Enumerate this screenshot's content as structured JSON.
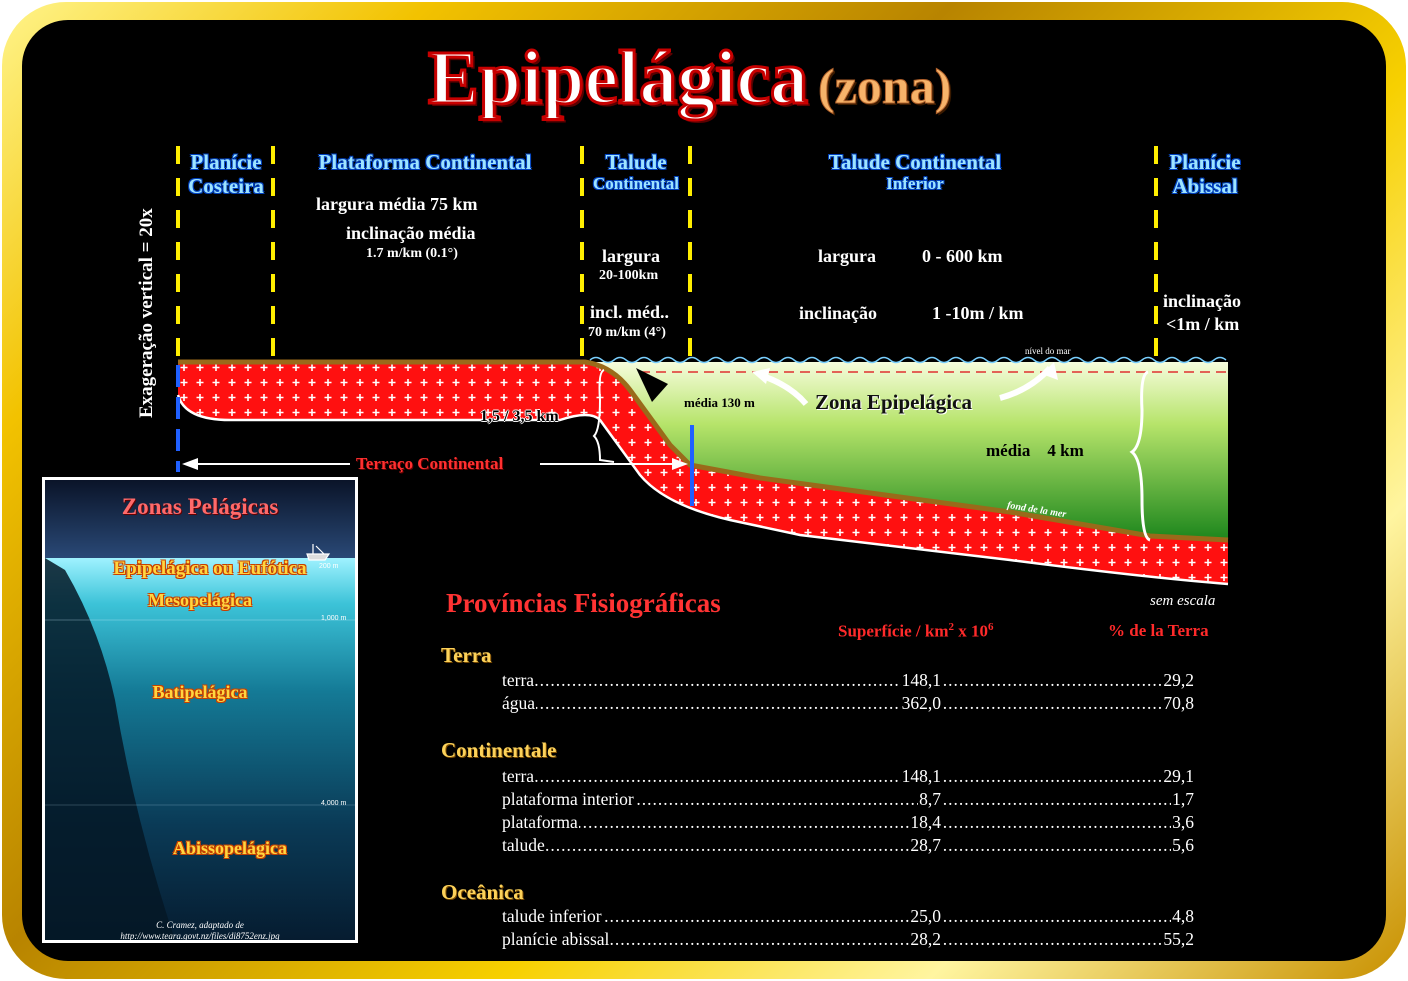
{
  "title": {
    "main": "Epipelágica",
    "sub": "(zona)"
  },
  "colors": {
    "crust": "#ff1010",
    "water_top": "#f3fbd0",
    "water_bottom": "#1f8a1f",
    "divider": "#ffee00",
    "label_blue": "#9ee4ff"
  },
  "provinces": {
    "planicie_costeira": {
      "line1": "Planície",
      "line2": "Costeira"
    },
    "plataforma": {
      "name": "Plataforma Continental",
      "width": "largura média 75 km",
      "incl_label": "inclinação média",
      "incl_value": "1.7 m/km (0.1°)"
    },
    "talude": {
      "line1": "Talude",
      "line2": "Continental",
      "width_label": "largura",
      "width_value": "20-100km",
      "incl_label": "incl. méd..",
      "incl_value": "70 m/km (4°)"
    },
    "talude_inferior": {
      "line1": "Talude Continental",
      "line2": "Inferior",
      "width_label": "largura",
      "width_value": "0 - 600 km",
      "incl_label": "inclinação",
      "incl_value": "1 -10m / km"
    },
    "planicie_abissal": {
      "line1": "Planície",
      "line2": "Abissal",
      "incl_label": "inclinação",
      "incl_value": "<1m / km"
    }
  },
  "diagram": {
    "vertical_exaggeration": "Exageração vertical = 20x",
    "sea_level": "nível do mar",
    "shelf_depth": "média 130 m",
    "epipelagic_zone": "Zona Epipelágica",
    "crust_thickness": "1,5 / 3,5 km",
    "continental_terrace": "Terraço Continental",
    "mean_depth": "média    4 km",
    "sea_floor": "fond de la mer",
    "no_scale": "sem escala"
  },
  "inset": {
    "title": "Zonas Pelágicas",
    "zones": [
      "Epipelágica ou Eufótica",
      "Mesopelágica",
      "Batipelágica",
      "Abissopelágica"
    ],
    "depths": [
      "200 m",
      "1,000 m",
      "4,000 m"
    ],
    "credit_line1": "C. Cramez, adaptado de",
    "credit_line2": "http://www.teara.govt.nz/files/di8752enz.jpg"
  },
  "table": {
    "title": "Províncias Fisiográficas",
    "col1": "Superfície / km",
    "col1_sup1": "2",
    "col1_x": " x 10",
    "col1_sup2": "6",
    "col2": "% de la Terra",
    "sections": [
      {
        "name": "Terra",
        "rows": [
          {
            "label": "terra",
            "surface": "148,1",
            "percent": "29,2"
          },
          {
            "label": "água",
            "surface": "362,0",
            "percent": "70,8"
          }
        ]
      },
      {
        "name": "Continentale",
        "rows": [
          {
            "label": "terra",
            "surface": "148,1",
            "percent": "29,1"
          },
          {
            "label": "plataforma interior",
            "surface": "8,7",
            "percent": "1,7"
          },
          {
            "label": "plataforma",
            "surface": "18,4",
            "percent": "3,6"
          },
          {
            "label": "talude",
            "surface": "28,7",
            "percent": "5,6"
          }
        ]
      },
      {
        "name": "Oceânica",
        "rows": [
          {
            "label": "talude inferior",
            "surface": "25,0",
            "percent": "4,8"
          },
          {
            "label": "planície abissal",
            "surface": "28,2",
            "percent": "55,2"
          }
        ]
      }
    ]
  }
}
